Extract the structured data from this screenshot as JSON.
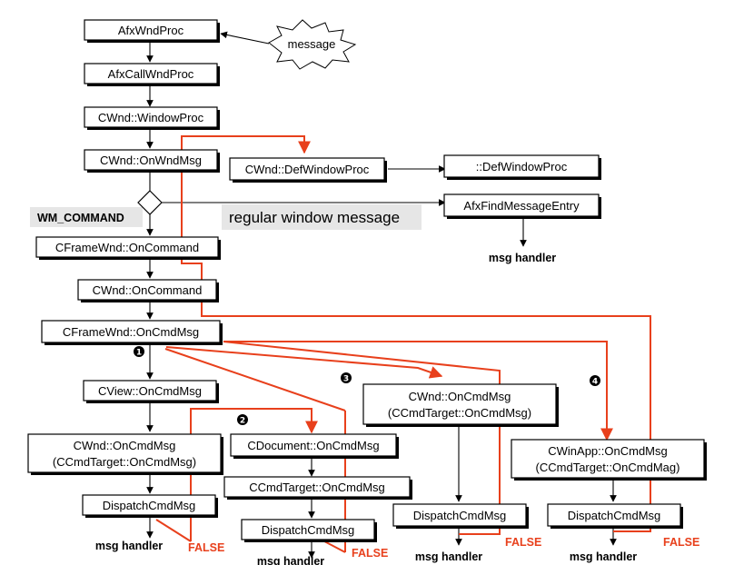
{
  "nodes": {
    "afxwndproc": "AfxWndProc",
    "message": "message",
    "afxcallwndproc": "AfxCallWndProc",
    "cwnd_windowproc": "CWnd::WindowProc",
    "cwnd_onwndmsg": "CWnd::OnWndMsg",
    "cwnd_defwindowproc": "CWnd::DefWindowProc",
    "defwindowproc": "::DefWindowProc",
    "afxfindmessageentry": "AfxFindMessageEntry",
    "cframewnd_oncommand": "CFrameWnd::OnCommand",
    "cwnd_oncommand": "CWnd::OnCommand",
    "cframewnd_oncmdmsg": "CFrameWnd::OnCmdMsg",
    "cview_oncmdmsg": "CView::OnCmdMsg",
    "cwnd_oncmdmsg_1": {
      "line1": "CWnd::OnCmdMsg",
      "line2": "(CCmdTarget::OnCmdMsg)"
    },
    "dispatch_1": "DispatchCmdMsg",
    "cdocument_oncmdmsg": "CDocument::OnCmdMsg",
    "ccmdtarget_oncmdmsg": "CCmdTarget::OnCmdMsg",
    "dispatch_2": "DispatchCmdMsg",
    "cwnd_oncmdmsg_3": {
      "line1": "CWnd::OnCmdMsg",
      "line2": "(CCmdTarget::OnCmdMsg)"
    },
    "dispatch_3": "DispatchCmdMsg",
    "cwinapp_oncmdmsg": {
      "line1": "CWinApp::OnCmdMsg",
      "line2": "(CCmdTarget::OnCmdMag)"
    },
    "dispatch_4": "DispatchCmdMsg"
  },
  "labels": {
    "wm_command": "WM_COMMAND",
    "regular": "regular window message",
    "msg_handler": "msg handler",
    "false": "FALSE",
    "step1": "1",
    "step2": "2",
    "step3": "3",
    "step4": "4"
  },
  "colors": {
    "flow_red": "#e8401c",
    "label_bg": "#e6e6e6"
  }
}
